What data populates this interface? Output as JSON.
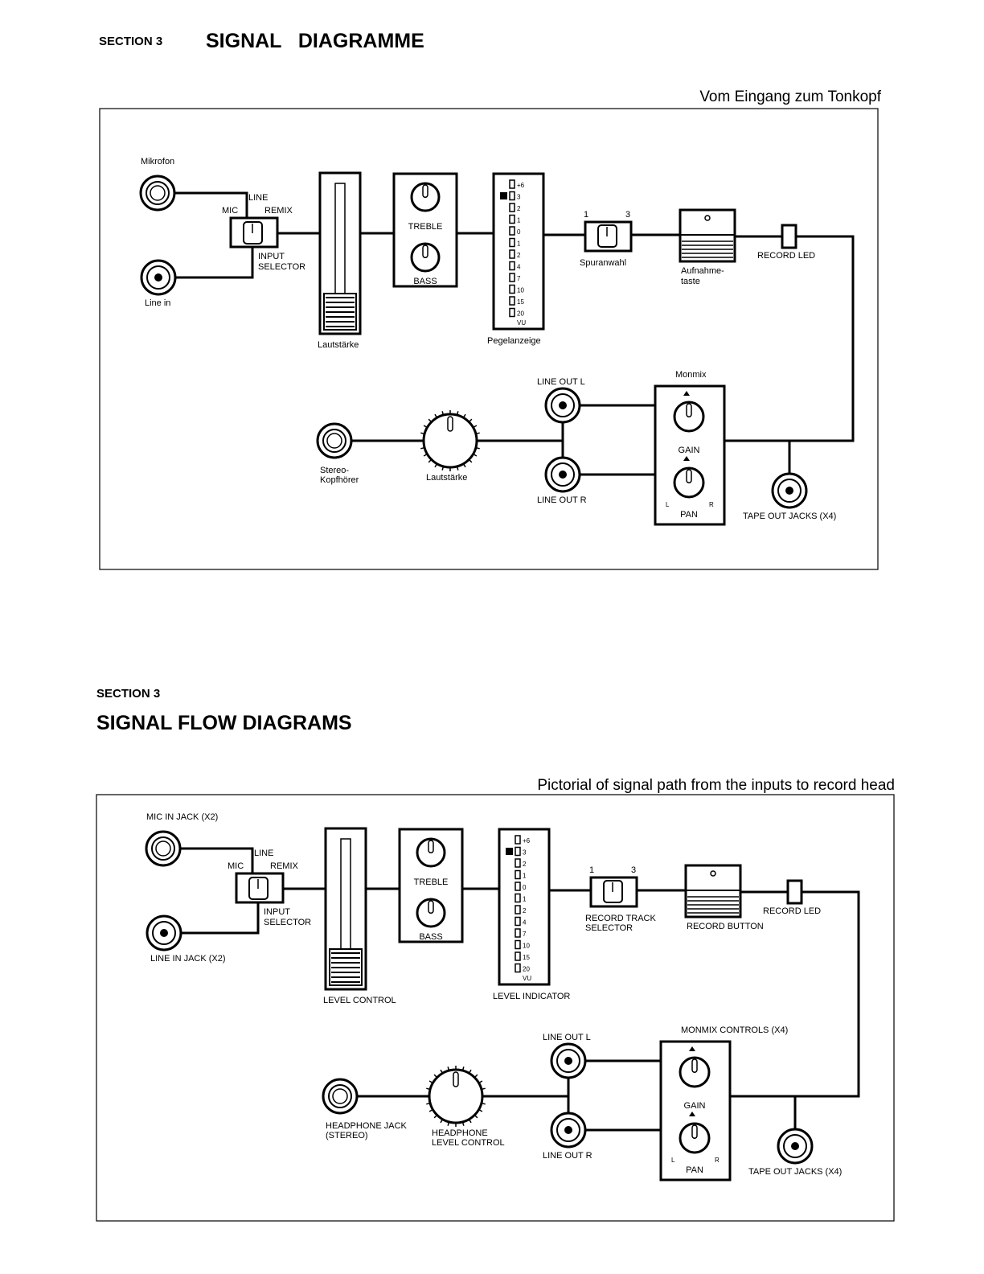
{
  "top": {
    "section_label": "SECTION 3",
    "title": "SIGNAL   DIAGRAMME",
    "subtitle": "Vom Eingang zum Tonkopf",
    "labels": {
      "mic": "Mikrofon",
      "line_in": "Line in",
      "sel_line": "LINE",
      "sel_mic": "MIC",
      "sel_remix": "REMIX",
      "sel_input_1": "INPUT",
      "sel_input_2": "SELECTOR",
      "level_control": "Lautstärke",
      "treble": "TREBLE",
      "bass": "BASS",
      "level_indicator": "Pegelanzeige",
      "track_1": "1",
      "track_3": "3",
      "track_selector_1": "Spuranwahl",
      "track_selector_2": "",
      "record_button_1": "Aufnahme-",
      "record_button_2": "taste",
      "record_led": "RECORD LED",
      "line_out_l": "LINE OUT L",
      "line_out_r": "LINE OUT R",
      "monmix": "Monmix",
      "gain": "GAIN",
      "pan": "PAN",
      "pan_l": "L",
      "pan_r": "R",
      "headphone_1": "Stereo-",
      "headphone_2": "Kopfhörer",
      "hp_level_1": "Lautstärke",
      "hp_level_2": "",
      "tape_out": "TAPE OUT JACKS (X4)"
    }
  },
  "bottom": {
    "section_label": "SECTION 3",
    "title": "SIGNAL FLOW DIAGRAMS",
    "subtitle": "Pictorial of signal path from the inputs  to record head",
    "labels": {
      "mic": "MIC IN JACK (X2)",
      "line_in": "LINE IN JACK (X2)",
      "sel_line": "LINE",
      "sel_mic": "MIC",
      "sel_remix": "REMIX",
      "sel_input_1": "INPUT",
      "sel_input_2": "SELECTOR",
      "level_control": "LEVEL CONTROL",
      "treble": "TREBLE",
      "bass": "BASS",
      "level_indicator": "LEVEL INDICATOR",
      "track_1": "1",
      "track_3": "3",
      "track_selector_1": "RECORD TRACK",
      "track_selector_2": "SELECTOR",
      "record_button_1": "RECORD BUTTON",
      "record_button_2": "",
      "record_led": "RECORD LED",
      "line_out_l": "LINE OUT L",
      "line_out_r": "LINE OUT R",
      "monmix": "MONMIX CONTROLS (X4)",
      "gain": "GAIN",
      "pan": "PAN",
      "pan_l": "L",
      "pan_r": "R",
      "headphone_1": "HEADPHONE JACK",
      "headphone_2": "(STEREO)",
      "hp_level_1": "HEADPHONE",
      "hp_level_2": "LEVEL CONTROL",
      "tape_out": "TAPE OUT JACKS (X4)"
    }
  },
  "meter_scale": [
    "+6",
    "3",
    "2",
    "1",
    "0",
    "1",
    "2",
    "4",
    "7",
    "10",
    "15",
    "20"
  ],
  "meter_vu": "VU"
}
